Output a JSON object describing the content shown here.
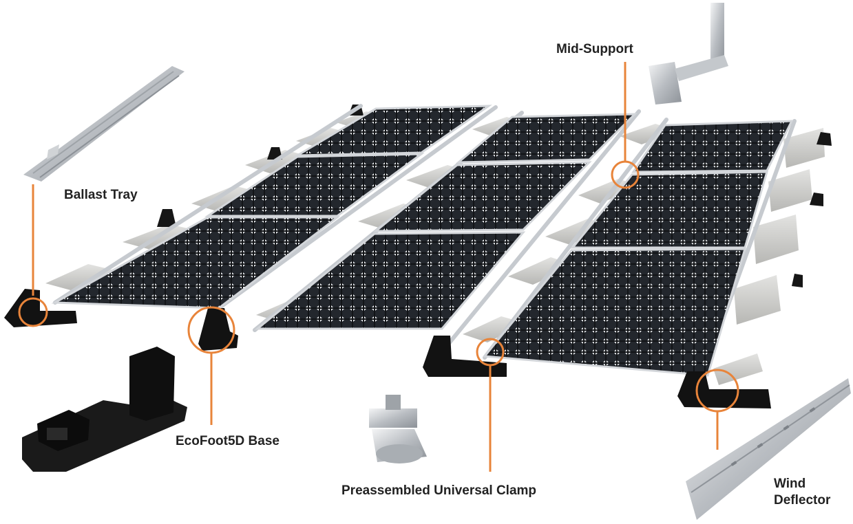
{
  "accent_color": "#e8843a",
  "callouts": [
    {
      "id": "ballast-tray",
      "lines": [
        "Ballast Tray"
      ]
    },
    {
      "id": "ecofoot5d-base",
      "lines": [
        "EcoFoot5D Base"
      ]
    },
    {
      "id": "preassembled-universal-clamp",
      "lines": [
        "Preassembled Universal Clamp"
      ]
    },
    {
      "id": "mid-support",
      "lines": [
        "Mid-Support"
      ]
    },
    {
      "id": "wind-deflector",
      "lines": [
        "Wind",
        "Deflector"
      ]
    }
  ]
}
